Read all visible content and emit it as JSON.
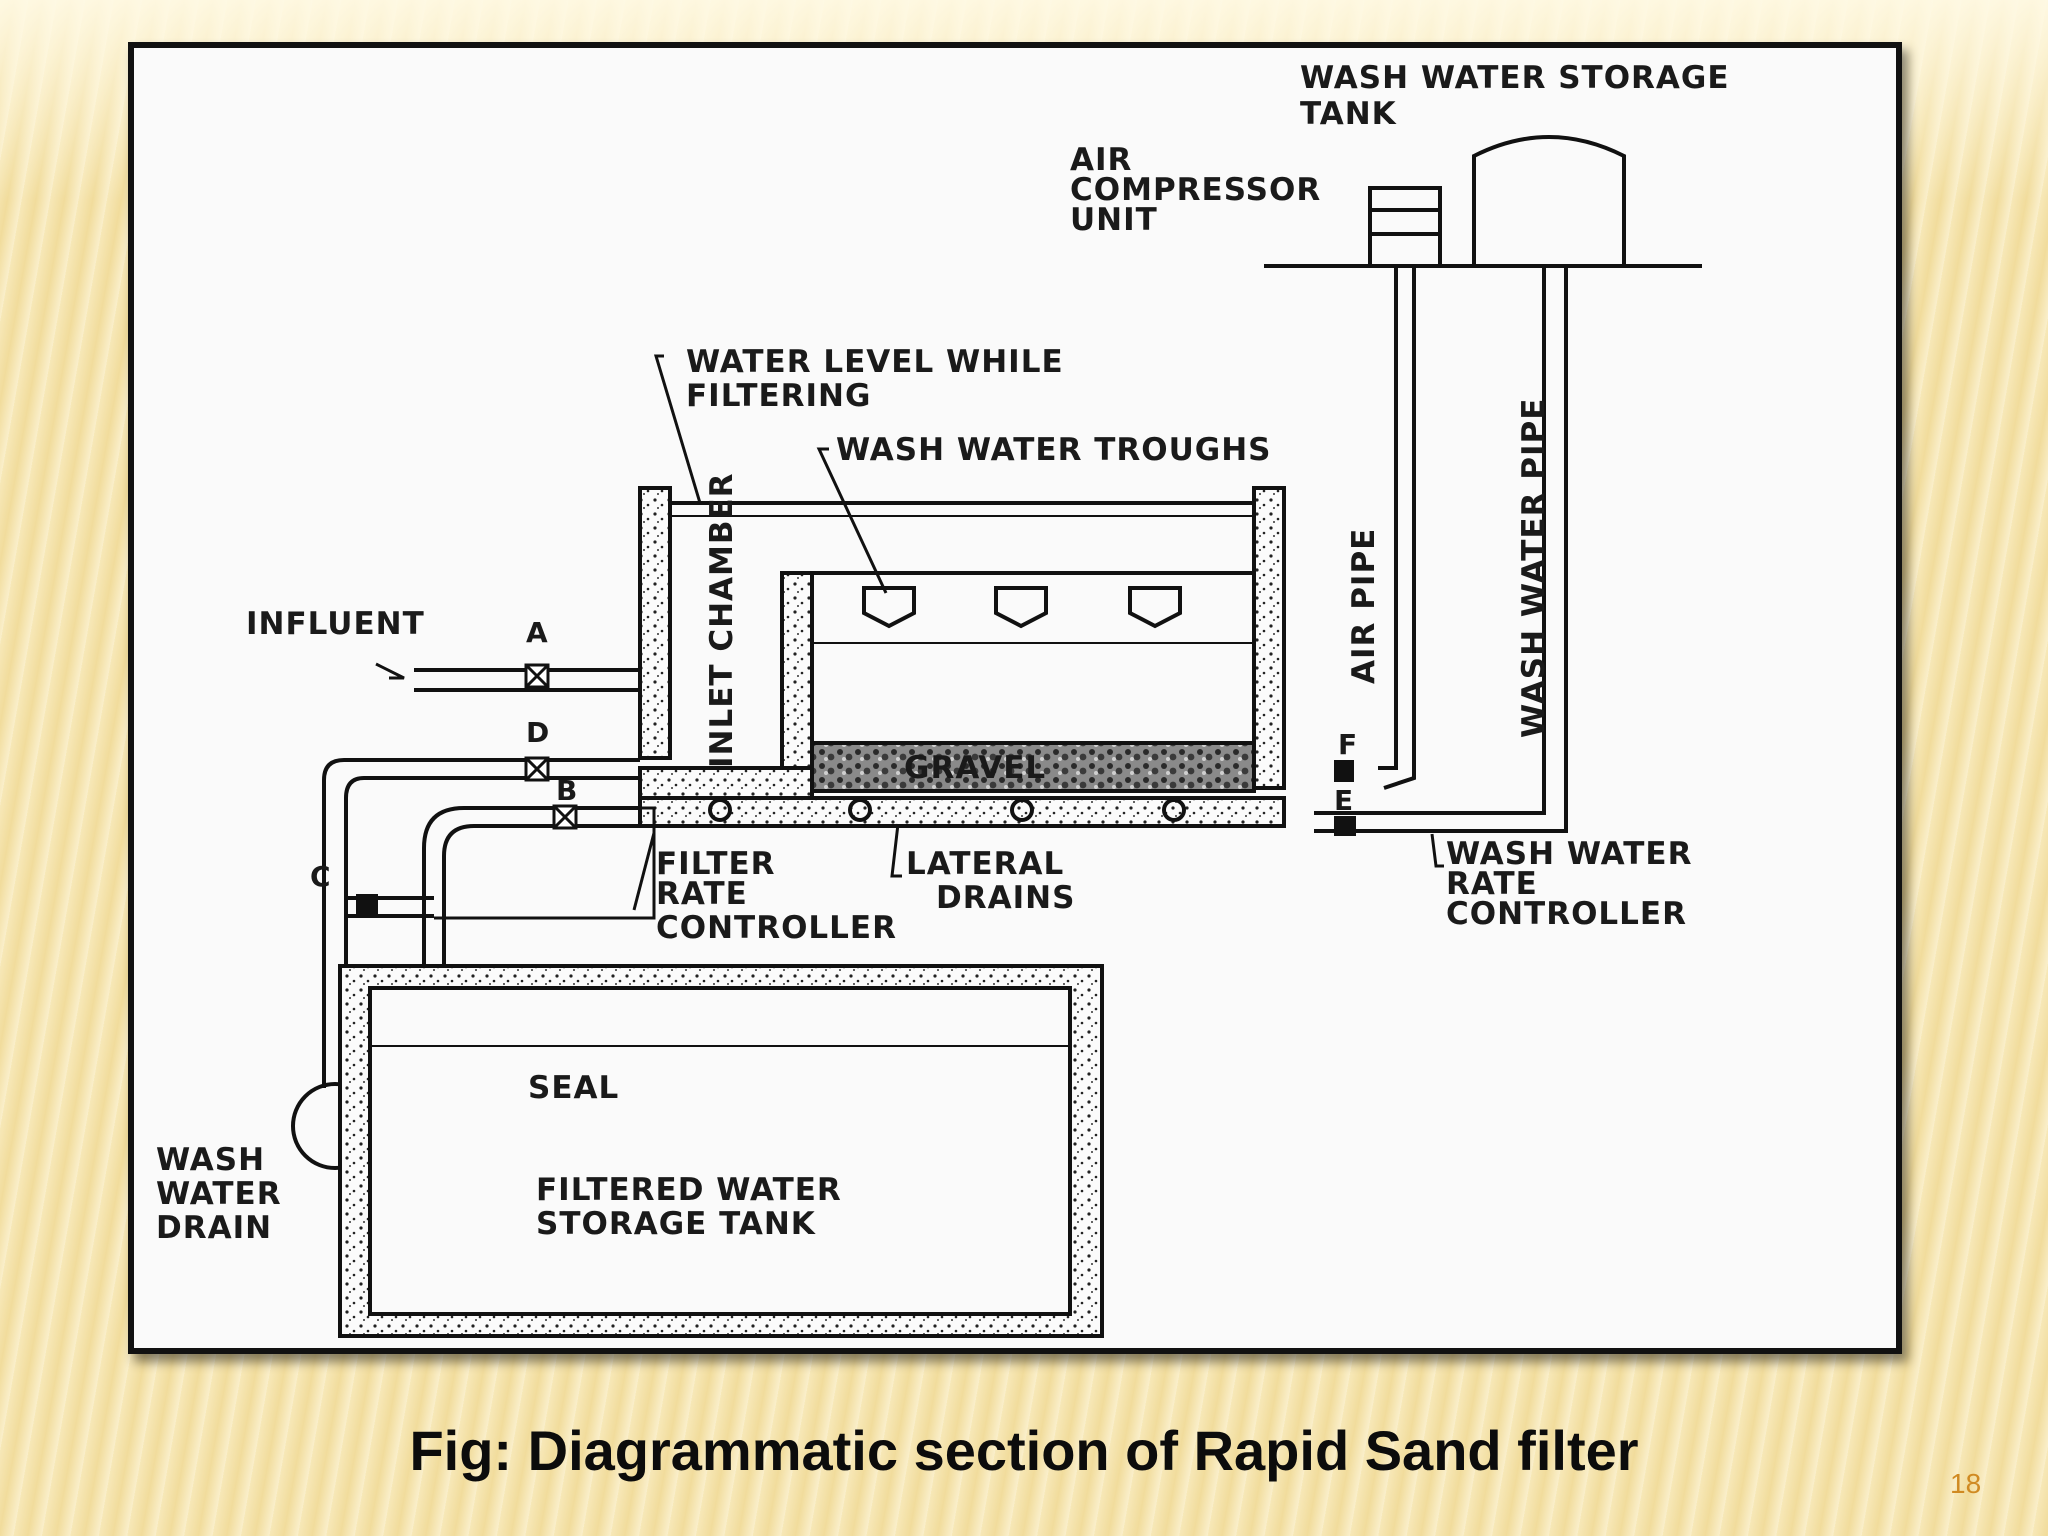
{
  "slide": {
    "caption": "Fig: Diagrammatic section of Rapid Sand filter",
    "page_number": "18"
  },
  "diagram": {
    "labels": {
      "wash_water_storage_tank_1": "WASH WATER STORAGE",
      "wash_water_storage_tank_2": "TANK",
      "air_compressor_1": "AIR",
      "air_compressor_2": "COMPRESSOR",
      "air_compressor_3": "UNIT",
      "water_level_1": "WATER LEVEL WHILE",
      "water_level_2": "FILTERING",
      "wash_water_troughs": "WASH WATER TROUGHS",
      "influent": "INFLUENT",
      "inlet_chamber": "INLET CHAMBER",
      "air_pipe": "AIR PIPE",
      "wash_water_pipe": "WASH WATER PIPE",
      "gravel": "GRAVEL",
      "filter_rate_1": "FILTER",
      "filter_rate_2": "RATE",
      "filter_rate_3": "CONTROLLER",
      "lateral_1": "LATERAL",
      "lateral_2": "DRAINS",
      "wwrc_1": "WASH WATER",
      "wwrc_2": "RATE",
      "wwrc_3": "CONTROLLER",
      "seal": "SEAL",
      "wash_drain_1": "WASH",
      "wash_drain_2": "WATER",
      "wash_drain_3": "DRAIN",
      "filtered_1": "FILTERED WATER",
      "filtered_2": "STORAGE TANK",
      "valve_a": "A",
      "valve_b": "B",
      "valve_c": "C",
      "valve_d": "D",
      "valve_e": "E",
      "valve_f": "F"
    }
  }
}
